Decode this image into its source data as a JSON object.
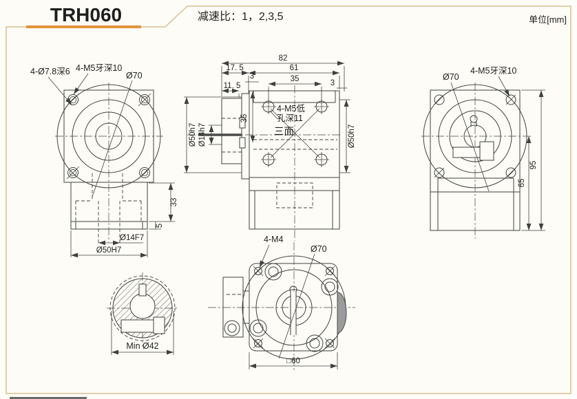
{
  "header": {
    "title": "TRH060",
    "ratio": "减速比：1，2,3,5",
    "unit": "单位[mm]"
  },
  "colors": {
    "frame": "#d9bf93",
    "accent": "#e2933c",
    "line": "#404040",
    "background": "#fdfcf6"
  },
  "views": {
    "front": {
      "labels": {
        "holes_note": "4-Ø7.8深6",
        "tap_note": "4-M5牙深10",
        "pilot_dia": "Ø70",
        "depth": "33",
        "step": "5",
        "bore": "Ø14F7",
        "spigot": "Ø50H7"
      }
    },
    "side": {
      "labels": {
        "width_total": "82",
        "width_input": "17. 5",
        "width_body": "61",
        "width_hub": "11. 5",
        "offset_left": "3",
        "screw_pitch": "35",
        "offset_right": "3",
        "tap_note_1": "4-M5低",
        "tap_note_2": "孔深11",
        "faces_note": "三面",
        "screw_pitch_side": "35",
        "shaft_dia": "Ø14h7",
        "spigot_left": "Ø50h7",
        "spigot_right": "Ø50h7"
      }
    },
    "rear": {
      "labels": {
        "pilot_dia": "Ø70",
        "tap_note": "4-M5牙深10",
        "height_center": "65",
        "height_total": "95"
      }
    },
    "section": {
      "labels": {
        "min_dia": "Min Ø42"
      }
    },
    "bottom": {
      "labels": {
        "tap_note": "4-M4",
        "pilot_dia": "Ø70",
        "square": "□60"
      }
    }
  }
}
